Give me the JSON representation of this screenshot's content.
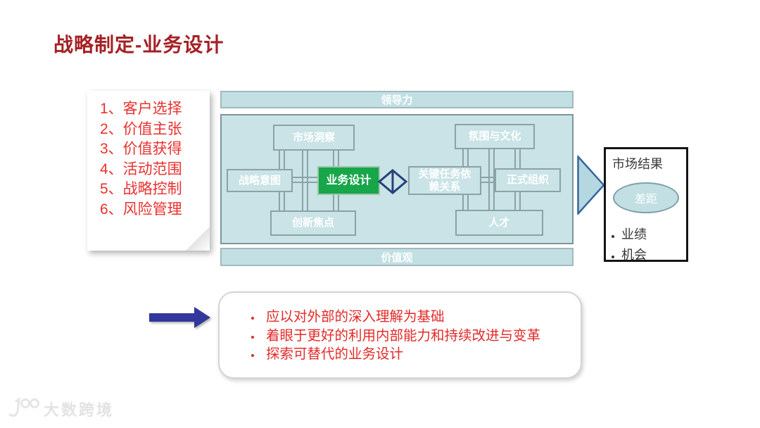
{
  "page": {
    "title": "战略制定-业务设计"
  },
  "note_card": {
    "items": [
      "1、客户选择",
      "2、价值主张",
      "3、价值获得",
      "4、活动范围",
      "5、战略控制",
      "6、风险管理"
    ]
  },
  "blm": {
    "leadership_bar": "领导力",
    "values_bar": "价值观",
    "market_insight": "市场洞察",
    "climate_culture": "氛围与文化",
    "strategic_intent": "战略意图",
    "business_design": "业务设计",
    "key_task_line1": "关键任务依",
    "key_task_line2": "赖关系",
    "formal_org": "正式组织",
    "innovation_focus": "创新焦点",
    "talent": "人才"
  },
  "market_result": {
    "title": "市场结果",
    "gap_label": "差距",
    "bullets": [
      "业绩",
      "机会"
    ]
  },
  "summary": {
    "bullets": [
      "应以对外部的深入理解为基础",
      "着眼于更好的利用内部能力和持续改进与变革",
      "探索可替代的业务设计"
    ]
  },
  "watermark": {
    "text": "大数跨境"
  },
  "colors": {
    "title_red": "#A42125",
    "text_red": "#E8312E",
    "summary_red": "#E22A28",
    "bar_fill": "#C2E0E4",
    "panel_fill": "#C9E3E6",
    "green": "#17A64A",
    "navy": "#25427A",
    "tri_fill": "#B5D8E0",
    "arrow_blue": "#31379B",
    "watermark_gray": "#E5E5E5"
  }
}
